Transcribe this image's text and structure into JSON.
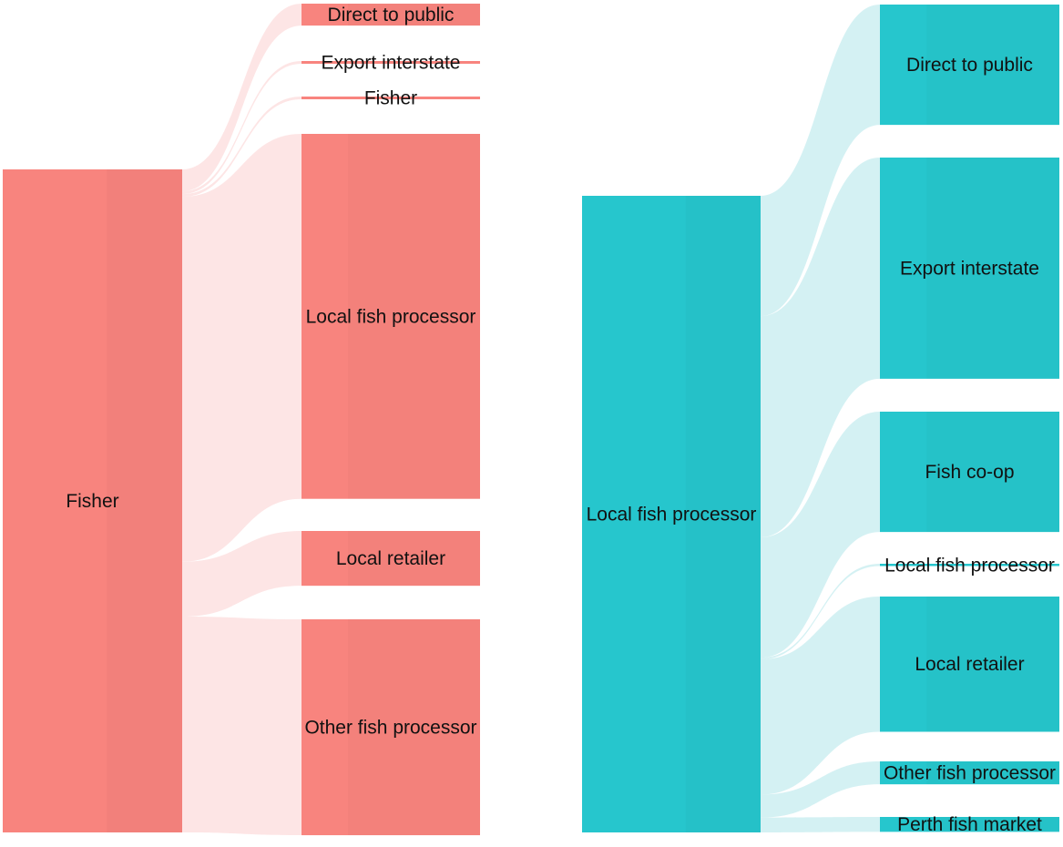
{
  "diagrams": [
    {
      "source": {
        "label": "Fisher",
        "value": 61
      },
      "node_color": "#f8847e",
      "link_color": "#fde1e0",
      "targets": [
        {
          "label": "Direct to public",
          "value": 2.0
        },
        {
          "label": "Export interstate",
          "value": 0.25
        },
        {
          "label": "Fisher",
          "value": 0.25
        },
        {
          "label": "Local fish processor",
          "value": 33.3
        },
        {
          "label": "Local retailer",
          "value": 5.0
        },
        {
          "label": "Other fish processor",
          "value": 19.7
        }
      ]
    },
    {
      "source": {
        "label": "Local fish processor",
        "value": 58
      },
      "node_color": "#26c6cd",
      "link_color": "#cceff1",
      "targets": [
        {
          "label": "Direct to public",
          "value": 10.5
        },
        {
          "label": "Export interstate",
          "value": 19.3
        },
        {
          "label": "Fish co-op",
          "value": 10.5
        },
        {
          "label": "Local fish processor",
          "value": 0.15
        },
        {
          "label": "Local retailer",
          "value": 11.8
        },
        {
          "label": "Other fish processor",
          "value": 2.0
        },
        {
          "label": "Perth fish market",
          "value": 1.3
        }
      ]
    }
  ]
}
